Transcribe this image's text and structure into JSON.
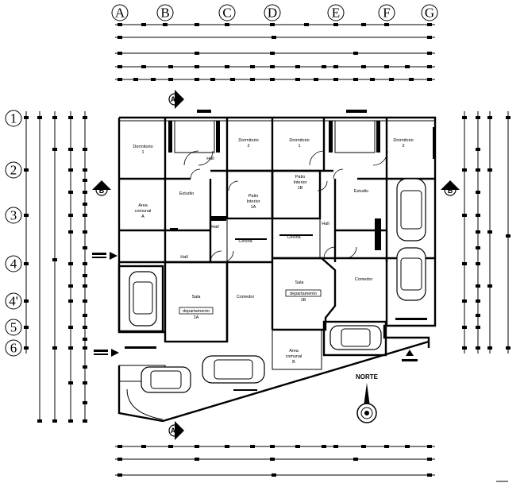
{
  "axes_top": [
    "A",
    "B",
    "C",
    "D",
    "E",
    "F",
    "G"
  ],
  "axes_left": [
    "1",
    "2",
    "3",
    "4",
    "4'",
    "5",
    "6"
  ],
  "section_marks": {
    "a": "A",
    "b": "B"
  },
  "rooms": {
    "dormitorio1_a": {
      "t": "Dormitorio",
      "n": "1"
    },
    "dormitorio2_a": {
      "t": "Dormitorio",
      "n": "2"
    },
    "dormitorio1_b": {
      "t": "Dormitorio",
      "n": "1"
    },
    "dormitorio2_b": {
      "t": "Dormitorio",
      "n": "2"
    },
    "hall_top": "Hall",
    "patio_a": {
      "t": "Patio",
      "t2": "Interior",
      "n": "1A"
    },
    "patio_b": {
      "t": "Patio",
      "t2": "Interior",
      "n": "1B"
    },
    "estudio_a": "Estudio",
    "estudio_b": "Estudio",
    "area_comunal_a": {
      "t": "Area",
      "t2": "comunal",
      "n": "A"
    },
    "hall_a": "Hall",
    "hall_b": "Hall",
    "hall_c": "Hall",
    "cocina_a": "Cocina",
    "cocina_b": "Cocina",
    "sala_a": "Sala",
    "sala_b": "Sala",
    "comedor_a": "Comedor",
    "comedor_b": "Comedor",
    "dep_a": {
      "t": "departamento",
      "n": "1A"
    },
    "dep_b": {
      "t": "departamento",
      "n": "1B"
    },
    "area_comunal_b": {
      "t": "Area",
      "t2": "comunal",
      "n": "B"
    }
  },
  "norte_label": "NORTE"
}
